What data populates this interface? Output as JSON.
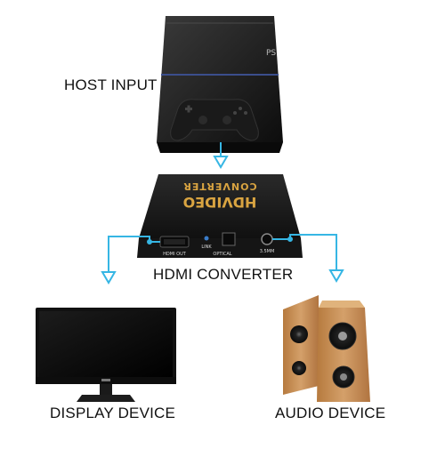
{
  "labels": {
    "host_input": "HOST INPUT",
    "hdmi_converter": "HDMI CONVERTER",
    "display_device": "DISPLAY DEVICE",
    "audio_device": "AUDIO DEVICE"
  },
  "device": {
    "brand_line1": "HDVIDEO",
    "brand_line2": "CONVERTER",
    "port_hdmi": "HDMI OUT",
    "port_link": "LINK",
    "port_optical": "OPTICAL",
    "port_35": "3.5MM"
  },
  "colors": {
    "connector": "#36b6e4",
    "device_body": "#1b1b1b",
    "brand_text": "#d9a441",
    "wood": "#c8945a"
  }
}
